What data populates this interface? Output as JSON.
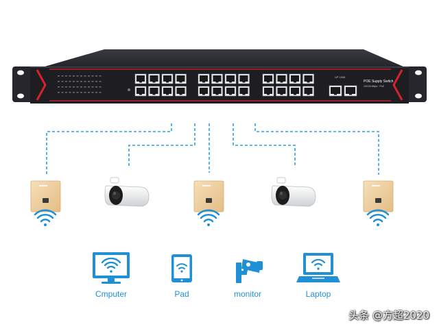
{
  "switch": {
    "model_label": "POE Supply Switch",
    "sub_label": "10/100 Mbps · PoE",
    "uplink_label": "UP LINK",
    "poe_ports": 24,
    "uplink_ports": 2,
    "colors": {
      "body": "#2a2a30",
      "face": "#1b1b1f",
      "accent": "#d8232a",
      "port": "#e9ecef"
    }
  },
  "devices": [
    {
      "id": "ap-1",
      "type": "wall-ap"
    },
    {
      "id": "cam-1",
      "type": "bullet-camera"
    },
    {
      "id": "ap-2",
      "type": "wall-ap"
    },
    {
      "id": "cam-2",
      "type": "bullet-camera"
    },
    {
      "id": "ap-3",
      "type": "wall-ap"
    }
  ],
  "clients": [
    {
      "icon": "computer-wifi-icon",
      "label": "Cmputer"
    },
    {
      "icon": "tablet-wifi-icon",
      "label": "Pad"
    },
    {
      "icon": "cctv-camera-icon",
      "label": "monitor"
    },
    {
      "icon": "laptop-wifi-icon",
      "label": "Laptop"
    }
  ],
  "link_color": "#2b9fe6",
  "watermark": "头条 @方超2020"
}
